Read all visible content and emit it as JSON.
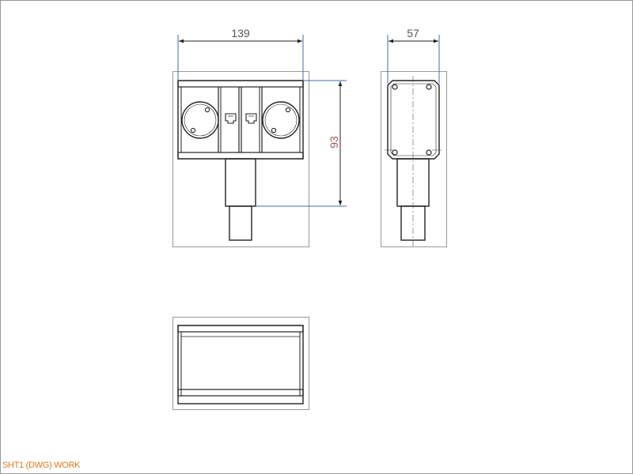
{
  "sheet": {
    "tab_label": "SHT1 (DWG) WORK"
  },
  "dimensions": {
    "front_width": "139",
    "side_width": "57",
    "front_height": "93"
  },
  "colors": {
    "background": "#ffffff",
    "view_frame": "#9a9a9a",
    "dimension_line": "#3f6fb0",
    "dimension_text": "#555555",
    "height_text": "#9a5a5a",
    "drawing_line": "#222222",
    "tab_label": "#e07a1a"
  }
}
